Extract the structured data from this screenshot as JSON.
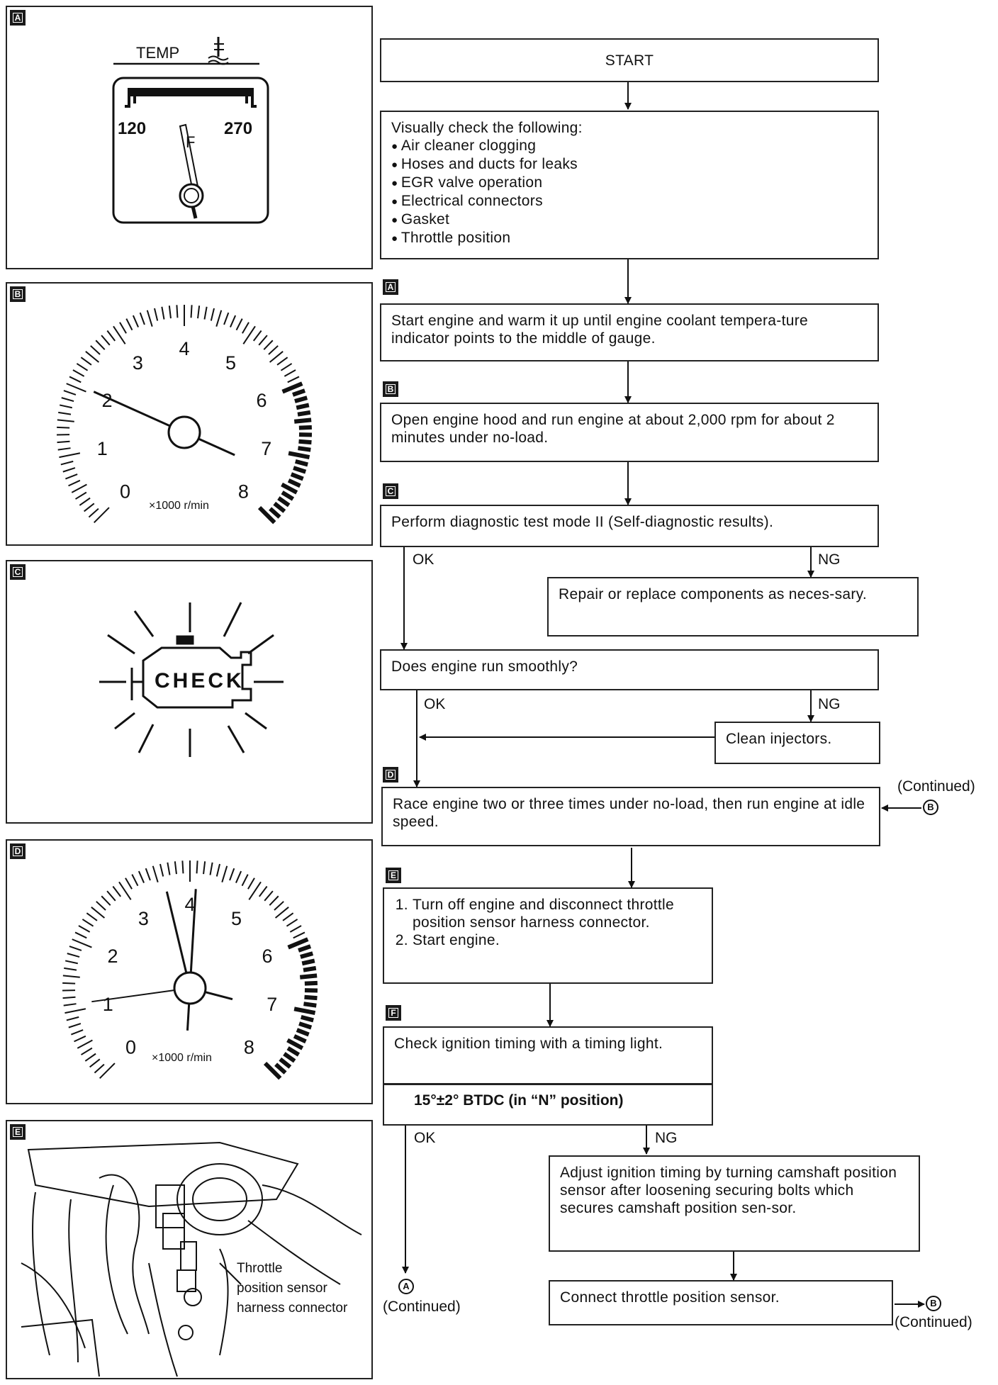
{
  "panels": {
    "a": {
      "tag": "A",
      "gauge_title": "TEMP",
      "min_label": "120",
      "max_label": "270",
      "needle_label": "F"
    },
    "b": {
      "tag": "B",
      "ticks": [
        "0",
        "1",
        "2",
        "3",
        "4",
        "5",
        "6",
        "7",
        "8"
      ],
      "unit": "×1000 r/min"
    },
    "c": {
      "tag": "C",
      "lamp_text": "CHECK"
    },
    "d": {
      "tag": "D",
      "ticks": [
        "0",
        "1",
        "2",
        "3",
        "4",
        "5",
        "6",
        "7",
        "8"
      ],
      "unit": "×1000 r/min"
    },
    "e": {
      "tag": "E",
      "callout_line1": "Throttle",
      "callout_line2": "position sensor",
      "callout_line3": "harness connector"
    }
  },
  "flow": {
    "start": "START",
    "visual_check_intro": "Visually check the following:",
    "visual_check_items": [
      "Air cleaner clogging",
      "Hoses and ducts for leaks",
      "EGR valve operation",
      "Electrical connectors",
      "Gasket",
      "Throttle position"
    ],
    "step_a_tag": "A",
    "step_a": "Start engine and warm it up until engine coolant tempera-ture indicator points to the middle of gauge.",
    "step_b_tag": "B",
    "step_b": "Open engine hood and run engine at about 2,000 rpm for about 2 minutes under no-load.",
    "step_c_tag": "C",
    "step_c": "Perform diagnostic test mode II (Self-diagnostic results).",
    "ok": "OK",
    "ng": "NG",
    "repair": "Repair or replace components as neces-sary.",
    "smooth": "Does engine run smoothly?",
    "clean": "Clean injectors.",
    "step_d_tag": "D",
    "step_d": "Race engine two or three times under no-load, then run engine at idle speed.",
    "continued": "(Continued)",
    "marker_b": "B",
    "marker_a": "A",
    "step_e_tag": "E",
    "step_e_items": [
      "Turn off engine and disconnect throttle position sensor harness connector.",
      "Start engine."
    ],
    "step_f_tag": "F",
    "step_f": "Check ignition timing with a timing light.",
    "spec": "15°±2° BTDC (in “N” position)",
    "adjust": "Adjust ignition timing by turning camshaft position sensor after loosening securing bolts which secures camshaft position sen-sor.",
    "connect": "Connect throttle position sensor."
  }
}
